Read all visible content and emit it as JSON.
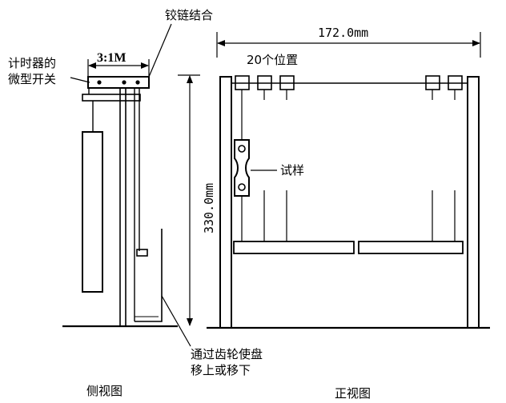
{
  "labels": {
    "hinge": "铰链结合",
    "switch_line1": "计时器的",
    "switch_line2": "微型开关",
    "ratio": "3:1M",
    "width_dim": "172.0mm",
    "positions": "20个位置",
    "specimen": "试样",
    "height_dim": "330.0mm",
    "gear_line1": "通过齿轮使盘",
    "gear_line2": "移上或移下",
    "side_view": "侧视图",
    "front_view": "正视图"
  }
}
